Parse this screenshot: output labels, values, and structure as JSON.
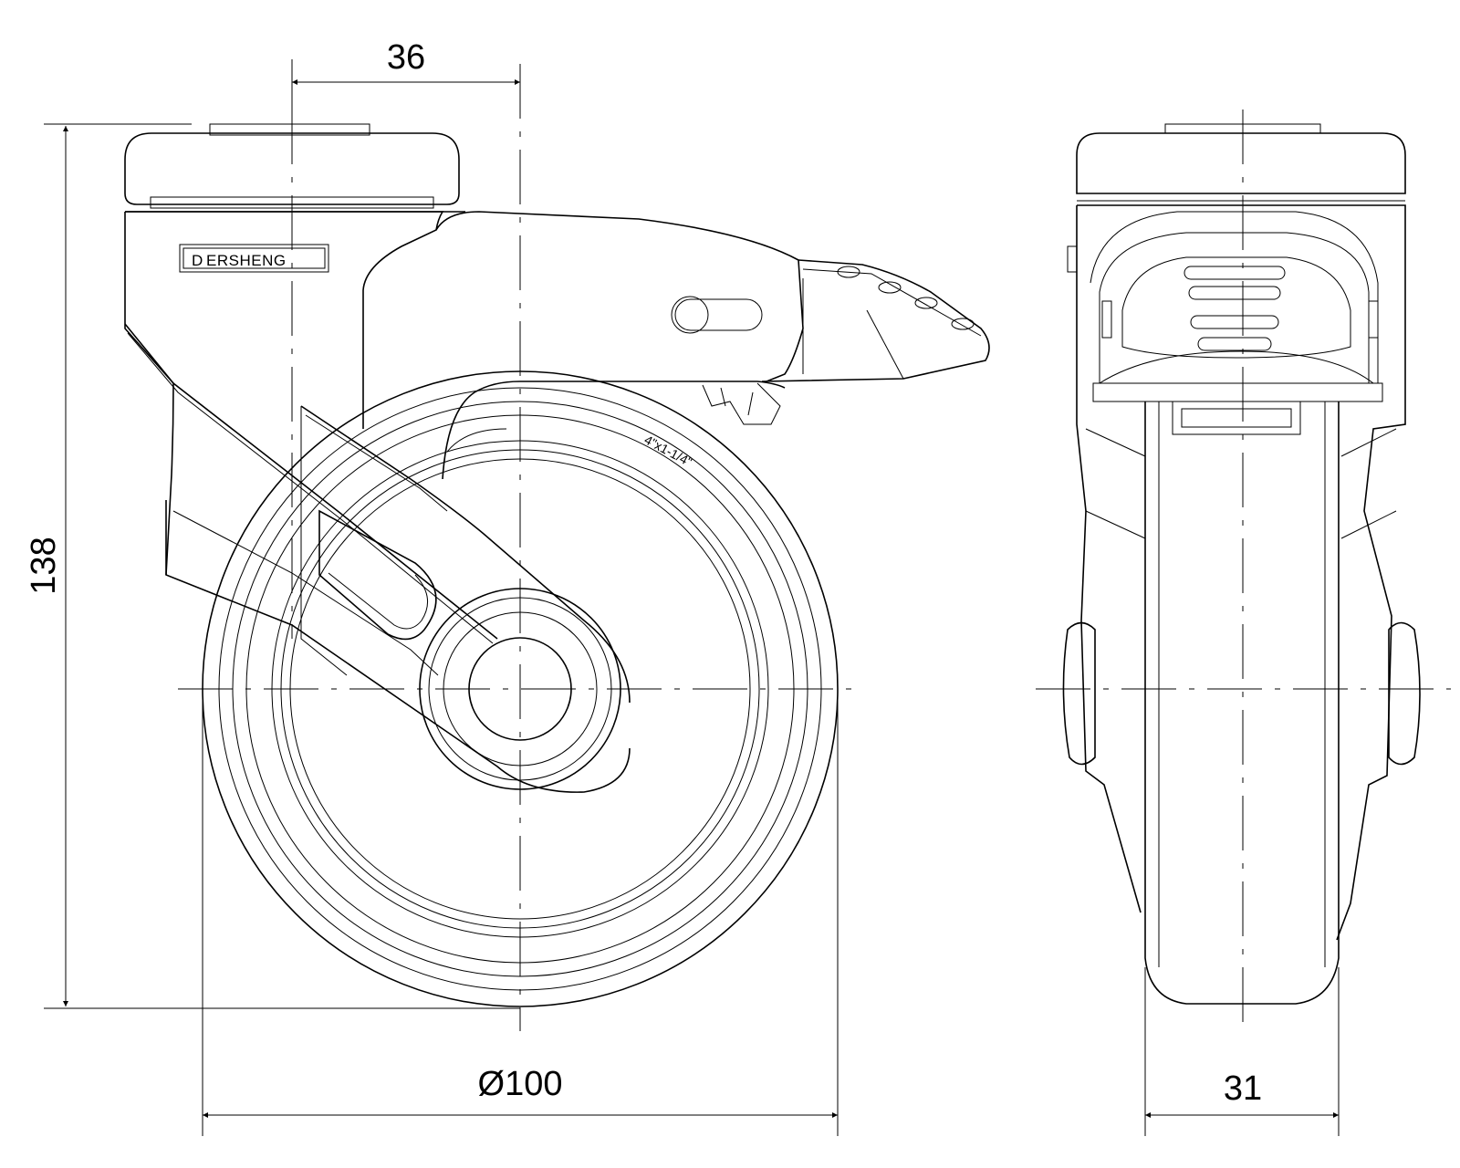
{
  "dimensions": {
    "offset": "36",
    "height": "138",
    "wheel_diameter": "Ø100",
    "wheel_width": "31"
  },
  "brand": {
    "logo_letter": "D",
    "name": "ERSHENG"
  },
  "wheel_size_marking": "4\"x1-1/4\""
}
